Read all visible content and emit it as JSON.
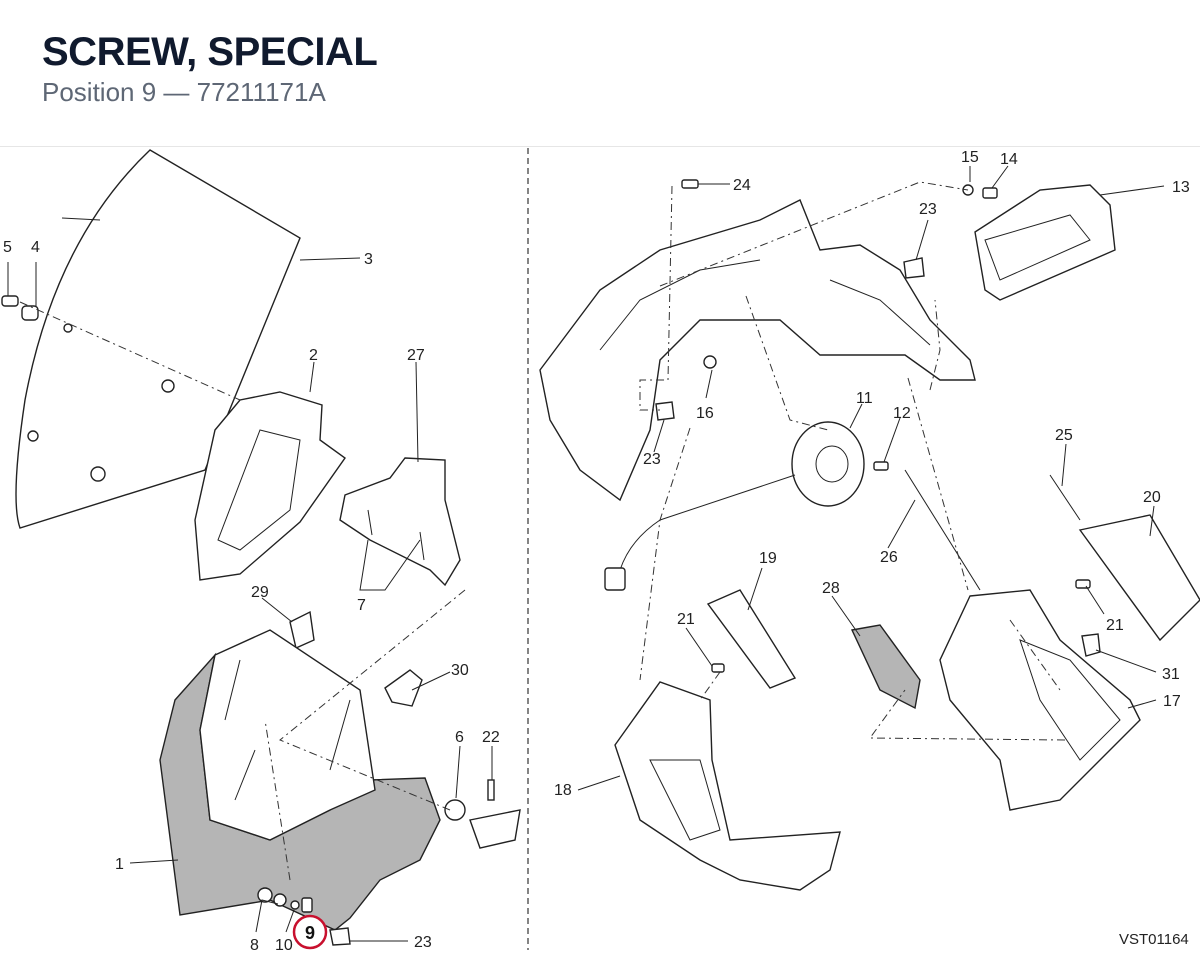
{
  "header": {
    "title": "SCREW, SPECIAL",
    "subtitle": "Position 9 — 77211171A"
  },
  "diagram": {
    "highlighted_position": "9",
    "reference_code": "VST01164",
    "callouts": {
      "c1": "1",
      "c2": "2",
      "c3": "3",
      "c4": "4",
      "c5": "5",
      "c6": "6",
      "c7": "7",
      "c8": "8",
      "c9": "9",
      "c10": "10",
      "c11": "11",
      "c12": "12",
      "c13": "13",
      "c14": "14",
      "c15": "15",
      "c16": "16",
      "c17": "17",
      "c18": "18",
      "c19": "19",
      "c20": "20",
      "c21": "21",
      "c22": "22",
      "c23": "23",
      "c24": "24",
      "c25": "25",
      "c26": "26",
      "c27": "27",
      "c28": "28",
      "c29": "29",
      "c30": "30",
      "c31": "31"
    },
    "colors": {
      "highlight_ring": "#c8102e",
      "fairing_grey": "#b5b5b5",
      "title": "#101a2e",
      "subtitle": "#5e6775"
    }
  }
}
